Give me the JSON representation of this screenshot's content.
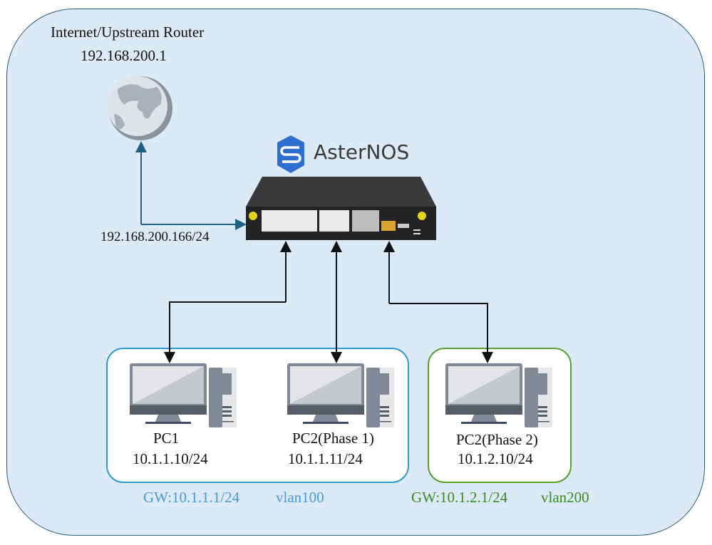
{
  "upstream": {
    "title": "Internet/Upstream Router",
    "ip": "192.168.200.1",
    "icon": "globe-icon"
  },
  "switch": {
    "brand": "AsterNOS",
    "uplink_ip": "192.168.200.166/24",
    "icon": "switch-icon"
  },
  "vlan100": {
    "gw": "GW:10.1.1.1/24",
    "vlan": "vlan100",
    "color": "#4a9bd8",
    "border": "#2e9ad0",
    "hosts": [
      {
        "name": "PC1",
        "ip": "10.1.1.10/24"
      },
      {
        "name": "PC2(Phase 1)",
        "ip": "10.1.1.11/24"
      }
    ]
  },
  "vlan200": {
    "gw": "GW:10.1.2.1/24",
    "vlan": "vlan200",
    "color": "#3e8a24",
    "border": "#5aa02c",
    "hosts": [
      {
        "name": "PC2(Phase 2)",
        "ip": "10.1.2.10/24"
      }
    ]
  }
}
